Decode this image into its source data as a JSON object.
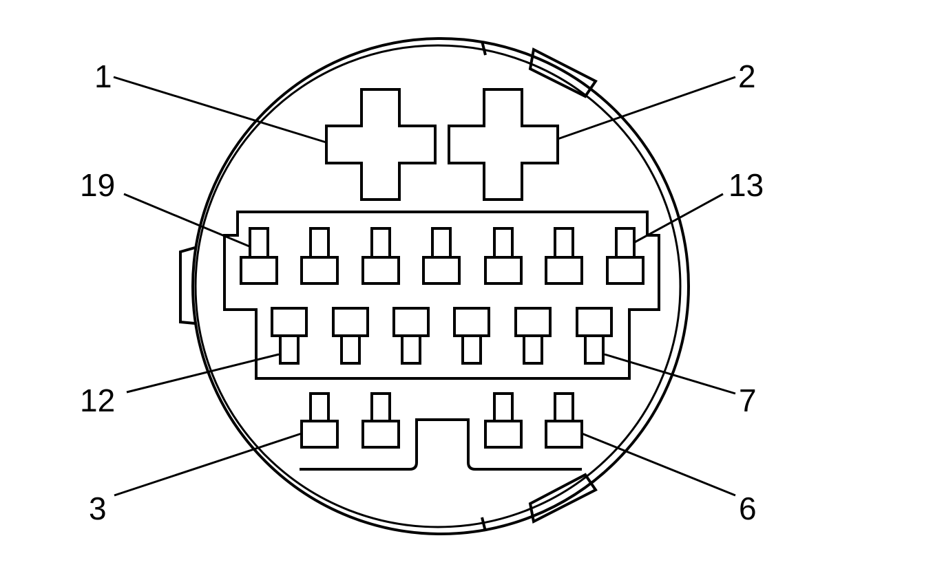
{
  "pin_labels": {
    "p1": "1",
    "p2": "2",
    "p3": "3",
    "p6": "6",
    "p7": "7",
    "p12": "12",
    "p13": "13",
    "p19": "19"
  }
}
